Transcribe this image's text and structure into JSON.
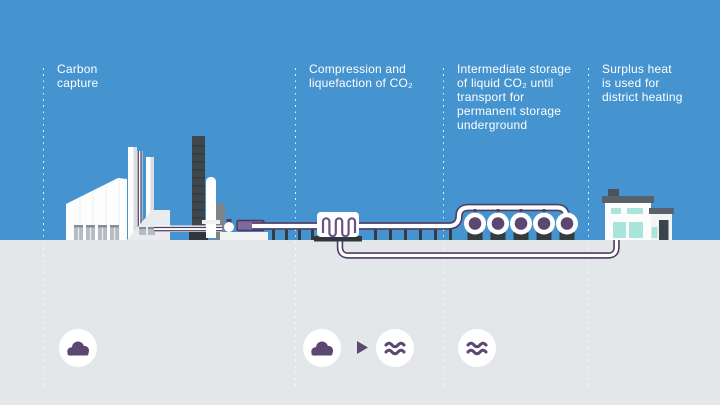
{
  "colors": {
    "sky": "#4594cf",
    "ground": "#e4e7e9",
    "text": "#ffffff",
    "purple": "#5b4770",
    "purple-dark": "#503d62",
    "mint": "#a9e5da",
    "metal-dark": "#343b41",
    "roof-gray": "#59616a"
  },
  "stages": [
    {
      "id": "carbon-capture",
      "label": "Carbon\ncapture",
      "icons": [
        "cloud"
      ]
    },
    {
      "id": "compression-liquefaction",
      "label": "Compression and\nliquefaction of CO₂",
      "icons": [
        "cloud",
        "arrow-right",
        "waves"
      ]
    },
    {
      "id": "intermediate-storage",
      "label": "Intermediate storage\nof liquid CO₂ until\ntransport for\npermanent storage\nunderground",
      "icons": [
        "waves"
      ]
    },
    {
      "id": "district-heating",
      "label": "Surplus heat\nis used for\ndistrict heating",
      "icons": []
    }
  ]
}
